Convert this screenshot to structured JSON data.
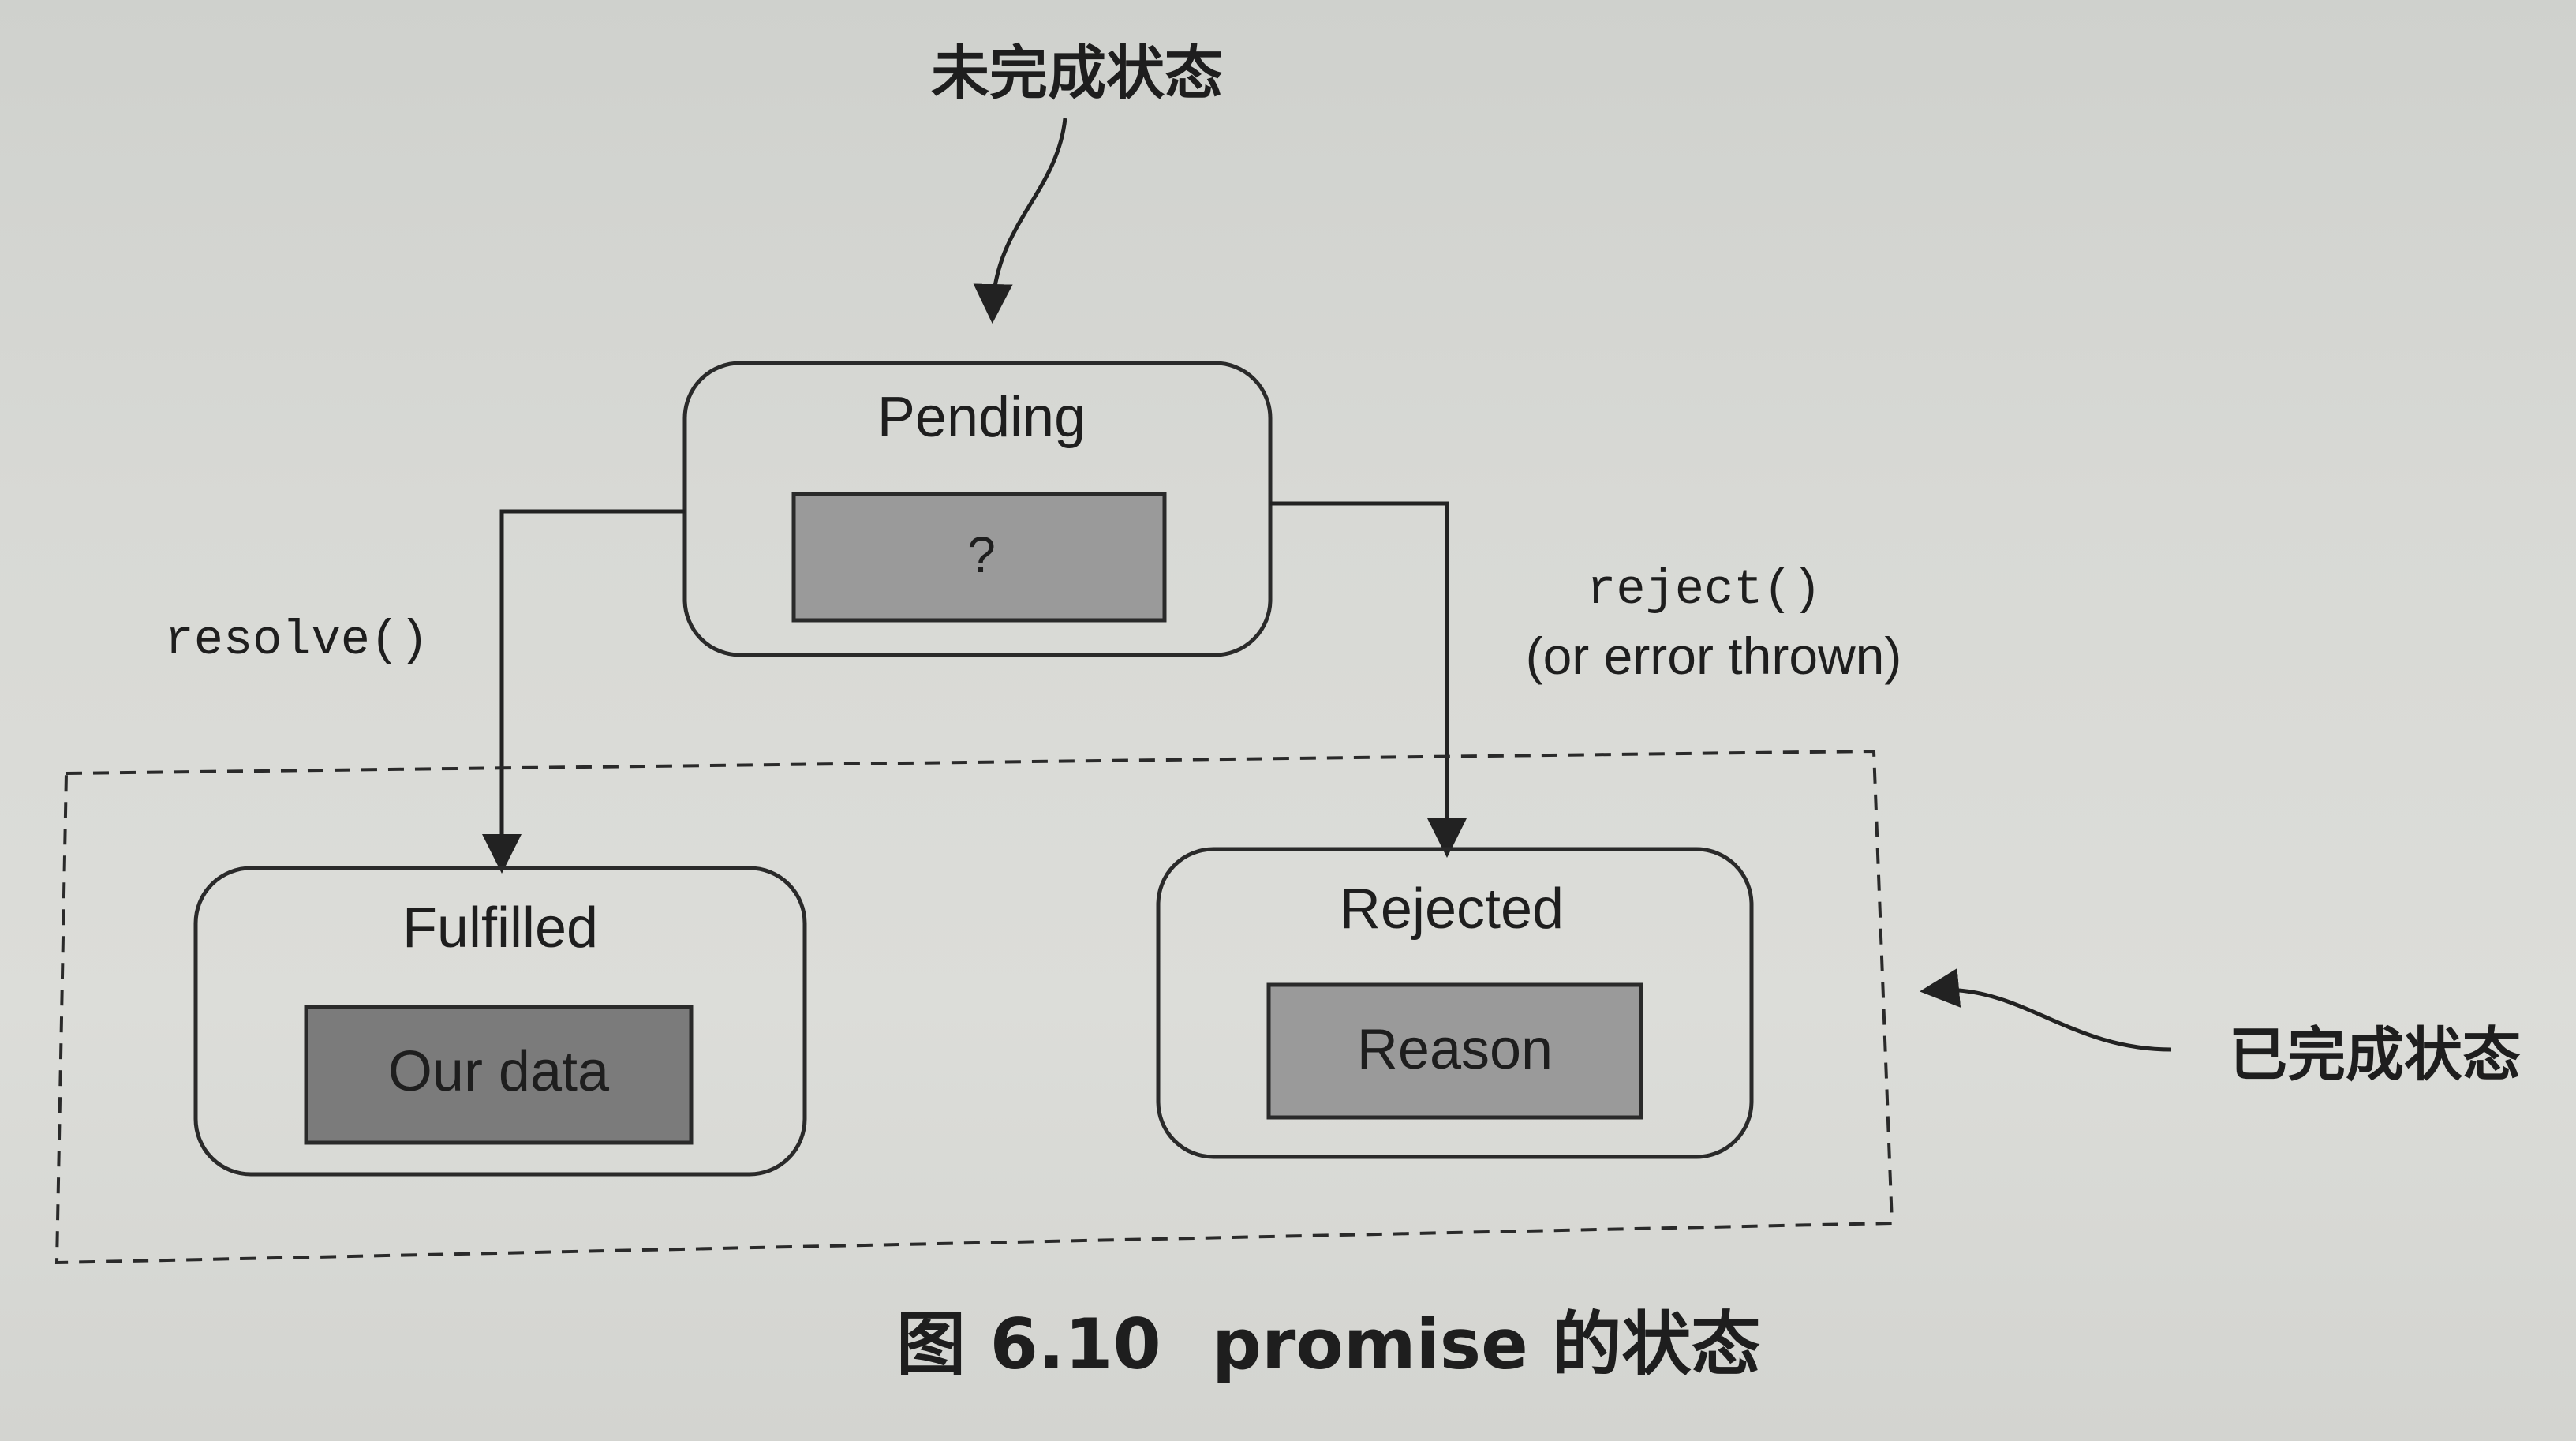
{
  "annotations": {
    "pending_note": "未完成状态",
    "settled_note": "已完成状态"
  },
  "states": {
    "pending": {
      "title": "Pending",
      "value": "?"
    },
    "fulfilled": {
      "title": "Fulfilled",
      "value": "Our data"
    },
    "rejected": {
      "title": "Rejected",
      "value": "Reason"
    }
  },
  "transitions": {
    "resolve": "resolve()",
    "reject": "reject()",
    "reject_note": "(or error thrown)"
  },
  "caption": {
    "number": "图 6.10",
    "text": "promise 的状态"
  },
  "colors": {
    "page": "#d9dad6",
    "box_stroke": "#2a2a2a",
    "value_fill_dark": "#7b7b7b",
    "value_fill_light": "#9a9a9a",
    "text": "#1e1e1e"
  },
  "background_text_shown": false
}
